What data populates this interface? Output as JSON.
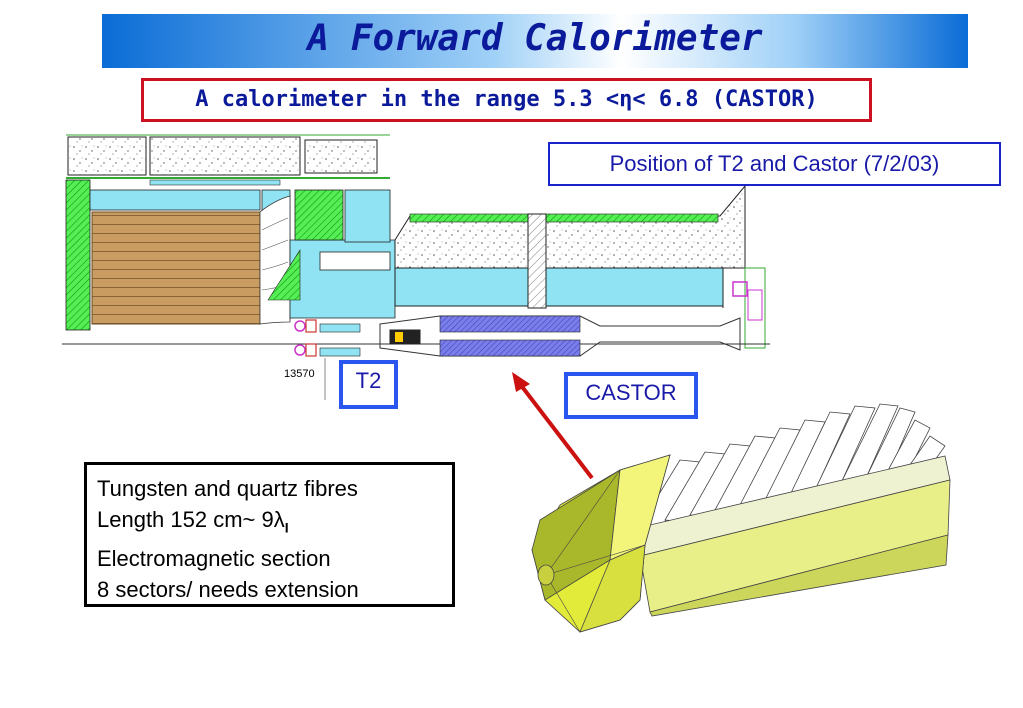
{
  "title": "A Forward Calorimeter",
  "subtitle": "A calorimeter in the range 5.3 <η< 6.8 (CASTOR)",
  "position_label": "Position of T2 and Castor (7/2/03)",
  "drawing_number": "13570",
  "t2_label": "T2",
  "castor_label": "CASTOR",
  "info_lines": {
    "line1": "Tungsten and  quartz fibres",
    "line2_prefix": "Length 152 cm~ 9λ",
    "line2_sub": "I",
    "line3": "Electromagnetic section",
    "line4": "8 sectors/ needs extension"
  },
  "colors": {
    "title_text": "#0a1a9a",
    "subtitle_border": "#cc1122",
    "arrow": "#cc1111",
    "label_border": "#2a55ee",
    "cyan_fill": "#8fe3f2",
    "green_fill": "#33ee33",
    "wood_fill": "#c79a60",
    "castor_yellow": "#e8f070"
  }
}
